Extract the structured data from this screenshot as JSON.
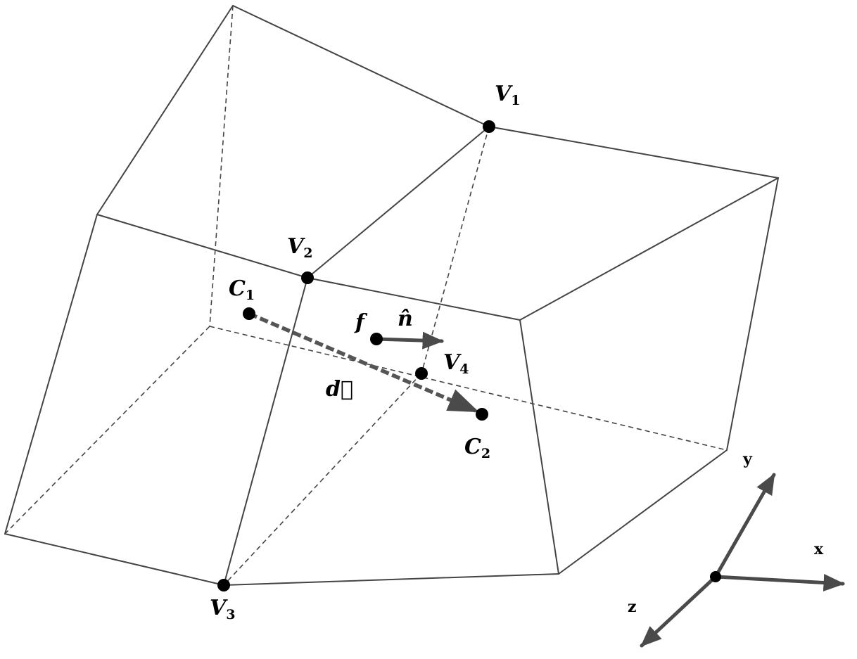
{
  "vertices": {
    "v1": {
      "name": "V",
      "sub": "1"
    },
    "v2": {
      "name": "V",
      "sub": "2"
    },
    "v3": {
      "name": "V",
      "sub": "3"
    },
    "v4": {
      "name": "V",
      "sub": "4"
    }
  },
  "centroids": {
    "c1": {
      "name": "C",
      "sub": "1"
    },
    "c2": {
      "name": "C",
      "sub": "2"
    }
  },
  "face": {
    "label": "f",
    "normal_label": "n̂"
  },
  "distance_vector": {
    "label": "d⃗"
  },
  "axes": {
    "x": "x",
    "y": "y",
    "z": "z"
  },
  "colors": {
    "line": "#444444",
    "point": "#000000",
    "arrow": "#4a4a4a"
  }
}
